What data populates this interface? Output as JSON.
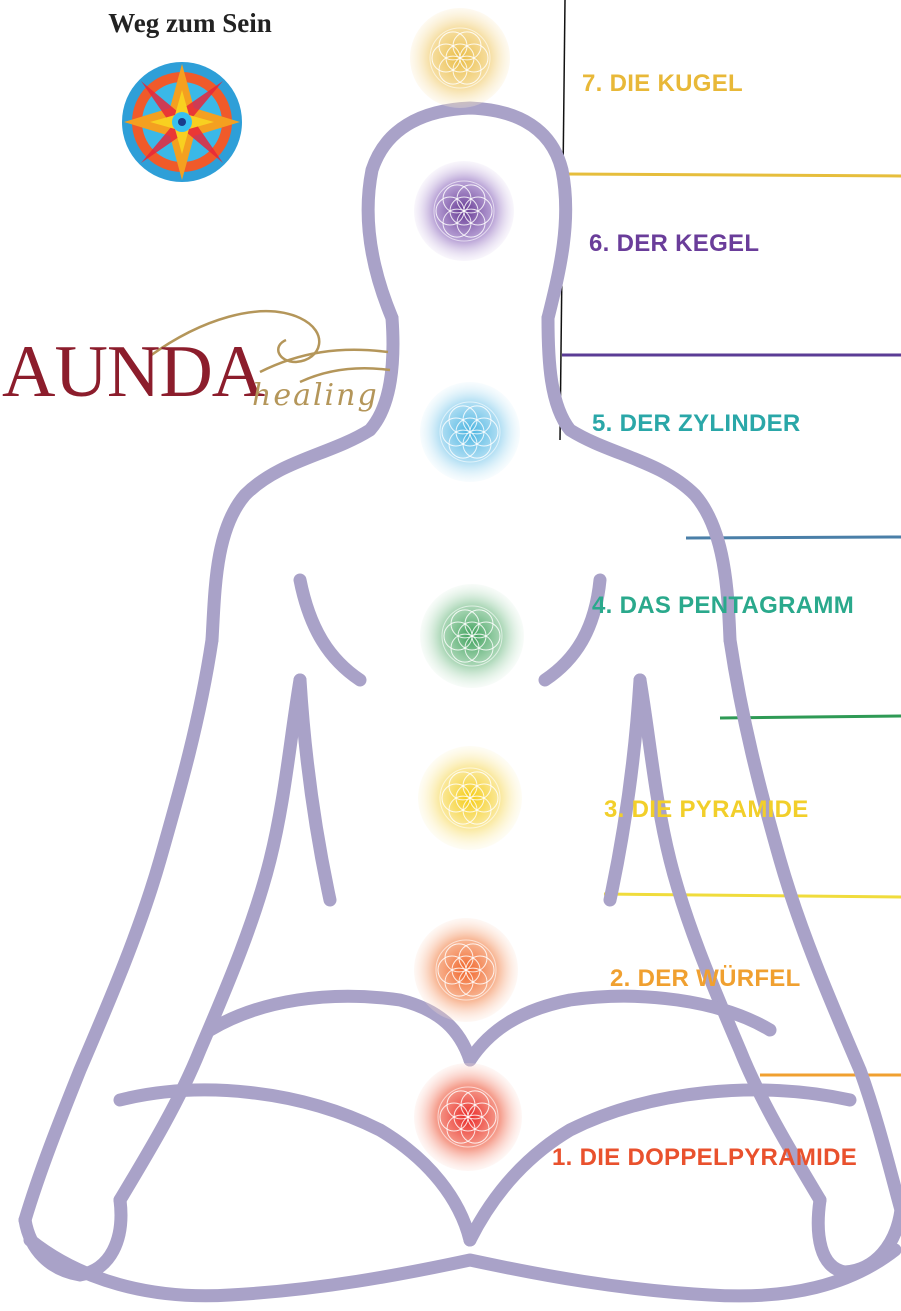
{
  "header": {
    "title": "Weg zum Sein"
  },
  "logo": {
    "brand": "AUNDA",
    "script": "healing"
  },
  "chakras": [
    {
      "label": "7. DIE KUGEL",
      "color": "#e8b838"
    },
    {
      "label": "6. DER KEGEL",
      "color": "#6a3d9a"
    },
    {
      "label": "5. DER ZYLINDER",
      "color": "#2aa7a8"
    },
    {
      "label": "4. DAS PENTAGRAMM",
      "color": "#2aa98c"
    },
    {
      "label": "3. DIE PYRAMIDE",
      "color": "#f2cf2a"
    },
    {
      "label": "2. DER WÜRFEL",
      "color": "#f0a030"
    },
    {
      "label": "1. DIE DOPPELPYRAMIDE",
      "color": "#e9512d"
    }
  ],
  "colors": {
    "body_outline": "#a9a2c8",
    "divider_gold": "#e6be3c",
    "divider_purple": "#5b3c96",
    "divider_steel": "#4a7fa8",
    "divider_green": "#2e9a55",
    "divider_yellow": "#f0dc3c",
    "divider_orange": "#f0a030",
    "divider_black": "#111111"
  },
  "icons": [
    "mandala-logo-icon",
    "wave-swirl-icon",
    "flower-of-life-icon"
  ]
}
